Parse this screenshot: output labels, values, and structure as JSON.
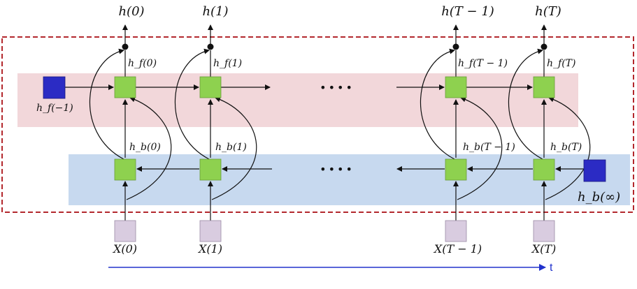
{
  "labels": {
    "h_out": [
      "h(0)",
      "h(1)",
      "h(T − 1)",
      "h(T)"
    ],
    "hf": [
      "h_f(0)",
      "h_f(1)",
      "h_f(T − 1)",
      "h_f(T)"
    ],
    "hb": [
      "h_b(0)",
      "h_b(1)",
      "h_b(T − 1)",
      "h_b(T)"
    ],
    "x": [
      "X(0)",
      "X(1)",
      "X(T − 1)",
      "X(T)"
    ],
    "hf_init": "h_f(−1)",
    "hb_init": "h_b(∞)",
    "dots_forward": "••••",
    "dots_backward": "••••",
    "time_axis": "t"
  },
  "colors": {
    "forward_band": "#f2d7da",
    "backward_band": "#c7d9ef",
    "cell": "#8ed14f",
    "init_state": "#2b2bc4",
    "input": "#d9cce0",
    "dashed_border": "#b3282d",
    "time_arrow": "#2233cc"
  }
}
